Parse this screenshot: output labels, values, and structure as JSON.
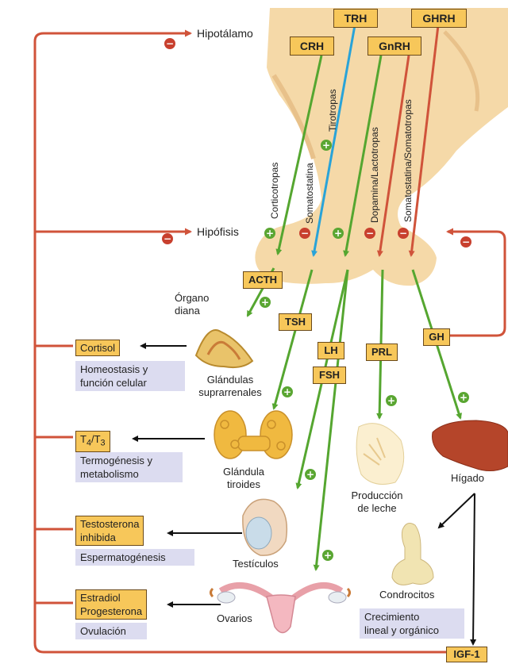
{
  "colors": {
    "stimulation_arrow": "#55a630",
    "inhibition_arrow": "#d0533a",
    "trh_arrow": "#29a3d8",
    "feedback_line": "#d0533a",
    "gland_tissue": "#f5d9a8",
    "label_box": "#f7c75a",
    "effect_box": "#dcdcf0"
  },
  "regions": {
    "hypothalamus": "Hipotálamo",
    "pituitary": "Hipófisis"
  },
  "hypothalamic_hormones": {
    "trh": "TRH",
    "ghrh": "GHRH",
    "crh": "CRH",
    "gnrh": "GnRH"
  },
  "pituitary_cells": {
    "tirotropas": "Tirotropas",
    "corticotropas": "Corticotropas",
    "somatostatina": "Somatostatina",
    "dopamina_lactotropas": "Dopamina/Lactotropas",
    "somatostatina_somatotropas": "Somatostatina/Somatotropas"
  },
  "pituitary_hormones": {
    "acth": "ACTH",
    "tsh": "TSH",
    "lh": "LH",
    "fsh": "FSH",
    "prl": "PRL",
    "gh": "GH"
  },
  "target_organ_label": [
    "Órgano",
    "diana"
  ],
  "organs": {
    "adrenal": [
      "Glándulas",
      "suprarrenales"
    ],
    "thyroid": [
      "Glándula",
      "tiroides"
    ],
    "testes": "Testículos",
    "ovaries": "Ovarios",
    "breast": [
      "Producción",
      "de leche"
    ],
    "liver": "Hígado",
    "chondrocytes": "Condrocitos"
  },
  "outputs": {
    "cortisol": "Cortisol",
    "t4": "T",
    "t4_sub": "4",
    "t3": "/T",
    "t3_sub": "3",
    "testosterone": [
      "Testosterona",
      "inhibida"
    ],
    "estradiol": "Estradiol",
    "progesterone": "Progesterona",
    "igf1": "IGF-1"
  },
  "effects": {
    "cortisol": [
      "Homeostasis y",
      "función celular"
    ],
    "thyroid": [
      "Termogénesis y",
      "metabolismo"
    ],
    "testes": "Espermatogénesis",
    "ovaries": "Ovulación",
    "growth": [
      "Crecimiento",
      "lineal y orgánico"
    ]
  },
  "signs": {
    "plus": "+",
    "minus": "−"
  }
}
